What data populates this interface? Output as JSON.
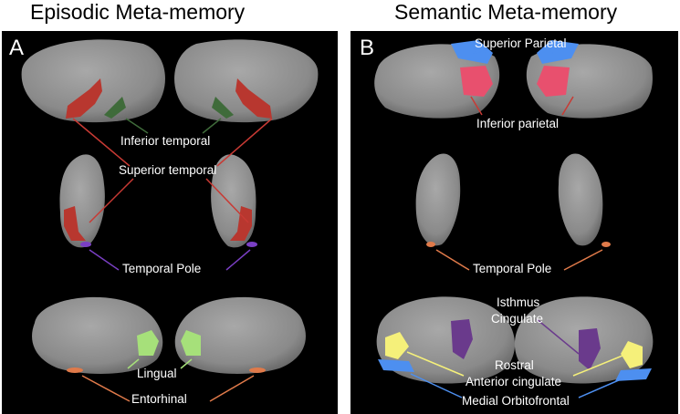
{
  "titles": {
    "left": "Episodic Meta-memory",
    "right": "Semantic Meta-memory"
  },
  "panel_a": {
    "letter": "A",
    "labels": {
      "inferior_temporal": "Inferior temporal",
      "superior_temporal": "Superior temporal",
      "temporal_pole": "Temporal Pole",
      "lingual": "Lingual",
      "entorhinal": "Entorhinal"
    }
  },
  "panel_b": {
    "letter": "B",
    "labels": {
      "superior_parietal": "Superior Parietal",
      "inferior_parietal": "Inferior parietal",
      "temporal_pole": "Temporal Pole",
      "isthmus_line1": "Isthmus",
      "isthmus_line2": "Cingulate",
      "rostral_line1": "Rostral",
      "rostral_line2": "Anterior cingulate",
      "medial_orbitofrontal": "Medial Orbitofrontal"
    }
  },
  "colors": {
    "background": "#000000",
    "brain": "#8c8c8c",
    "inferior_temporal": "#3f6b3a",
    "superior_temporal": "#b8372f",
    "temporal_pole": "#7a3fc4",
    "lingual": "#a6e07a",
    "entorhinal": "#e07a4a",
    "superior_parietal": "#4d8ff0",
    "inferior_parietal": "#e8506e",
    "isthmus_cingulate": "#6a3a8c",
    "rostral_anterior_cingulate": "#f5f07a",
    "medial_orbitofrontal": "#4d8ff0"
  }
}
